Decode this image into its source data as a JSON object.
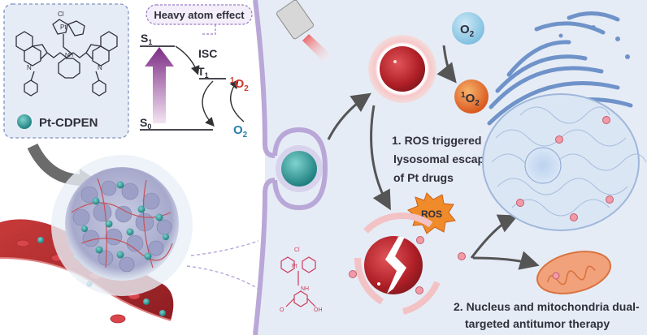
{
  "left_panel": {
    "compound_label": "Pt-CDPEN",
    "heavy_atom_badge": "Heavy atom effect",
    "isc_label": "ISC",
    "s1_label": "S",
    "s1_sub": "1",
    "t1_label": "T",
    "t1_sub": "1",
    "s0_label": "S",
    "s0_sub": "0",
    "singlet_o2_sup": "1",
    "singlet_o2_main": "O",
    "singlet_o2_sub": "2",
    "o2_main": "O",
    "o2_sub": "2",
    "pt_label": "Pt",
    "cl_label": "Cl",
    "nh_label": "NH",
    "n_label": "N"
  },
  "right_panel": {
    "o2_top_main": "O",
    "o2_top_sub": "2",
    "singlet_top_sup": "1",
    "singlet_top_main": "O",
    "singlet_top_sub": "2",
    "ros_badge": "ROS",
    "step1_text": [
      "1. ROS triggered",
      "lysosomal escape",
      "of Pt drugs"
    ],
    "step2_text": [
      "2. Nucleus and mitochondria dual-",
      "targeted antitumor therapy"
    ],
    "prodrug_pt": "Pt",
    "prodrug_cl": "Cl",
    "prodrug_nh": "NH",
    "prodrug_oh": "OH",
    "prodrug_o": "O"
  },
  "colors": {
    "panel_bg": "#e6ecf6",
    "membrane": "#b9a7d8",
    "teal": "#2d9c9a",
    "lysosome_red": "#b8242a",
    "pink_dot": "#f29aa6",
    "arrow_gray": "#555555",
    "purple_arrow": "#8c3a8f",
    "o2_teal": "#2a7fa8",
    "singlet_red": "#d03a2e",
    "ros_orange": "#f08b2b",
    "nucleus_blue": "#cfdff4",
    "er_blue": "#6f93c9",
    "mito_orange": "#f2a27a"
  }
}
